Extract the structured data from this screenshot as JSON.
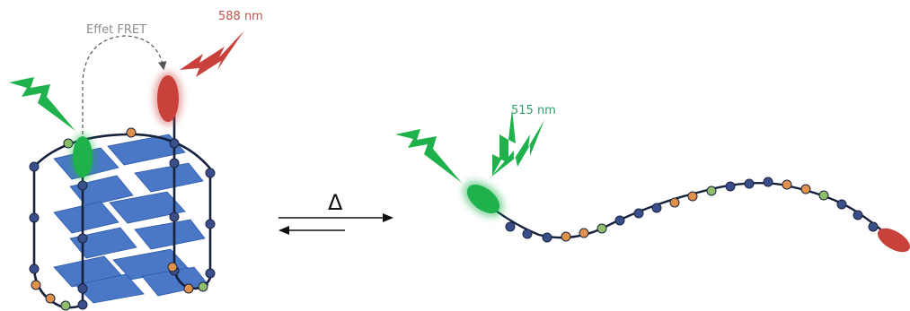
{
  "labels": {
    "fret_effect": "Effet FRET",
    "acceptor_emission": "588 nm",
    "donor_emission": "515 nm",
    "heat_symbol": "Δ"
  },
  "colors": {
    "donor": "#1fb14b",
    "acceptor": "#c8413b",
    "bead_blue": "#3a4f8a",
    "bead_orange": "#e0914a",
    "bead_green": "#8fbf6a",
    "plate_blue": "#4a78c6",
    "fret_label": "#8c8c8c",
    "acceptor_label": "#b4554a",
    "donor_label": "#2aa36a"
  },
  "elements": {
    "folded_structure": "G-quadruplex",
    "unfolded_structure": "single-strand",
    "donor_icon": "lightning-bolt-icon",
    "acceptor_icon": "lightning-bolt-icon",
    "equilibrium_icon": "equilibrium-arrows-icon"
  }
}
